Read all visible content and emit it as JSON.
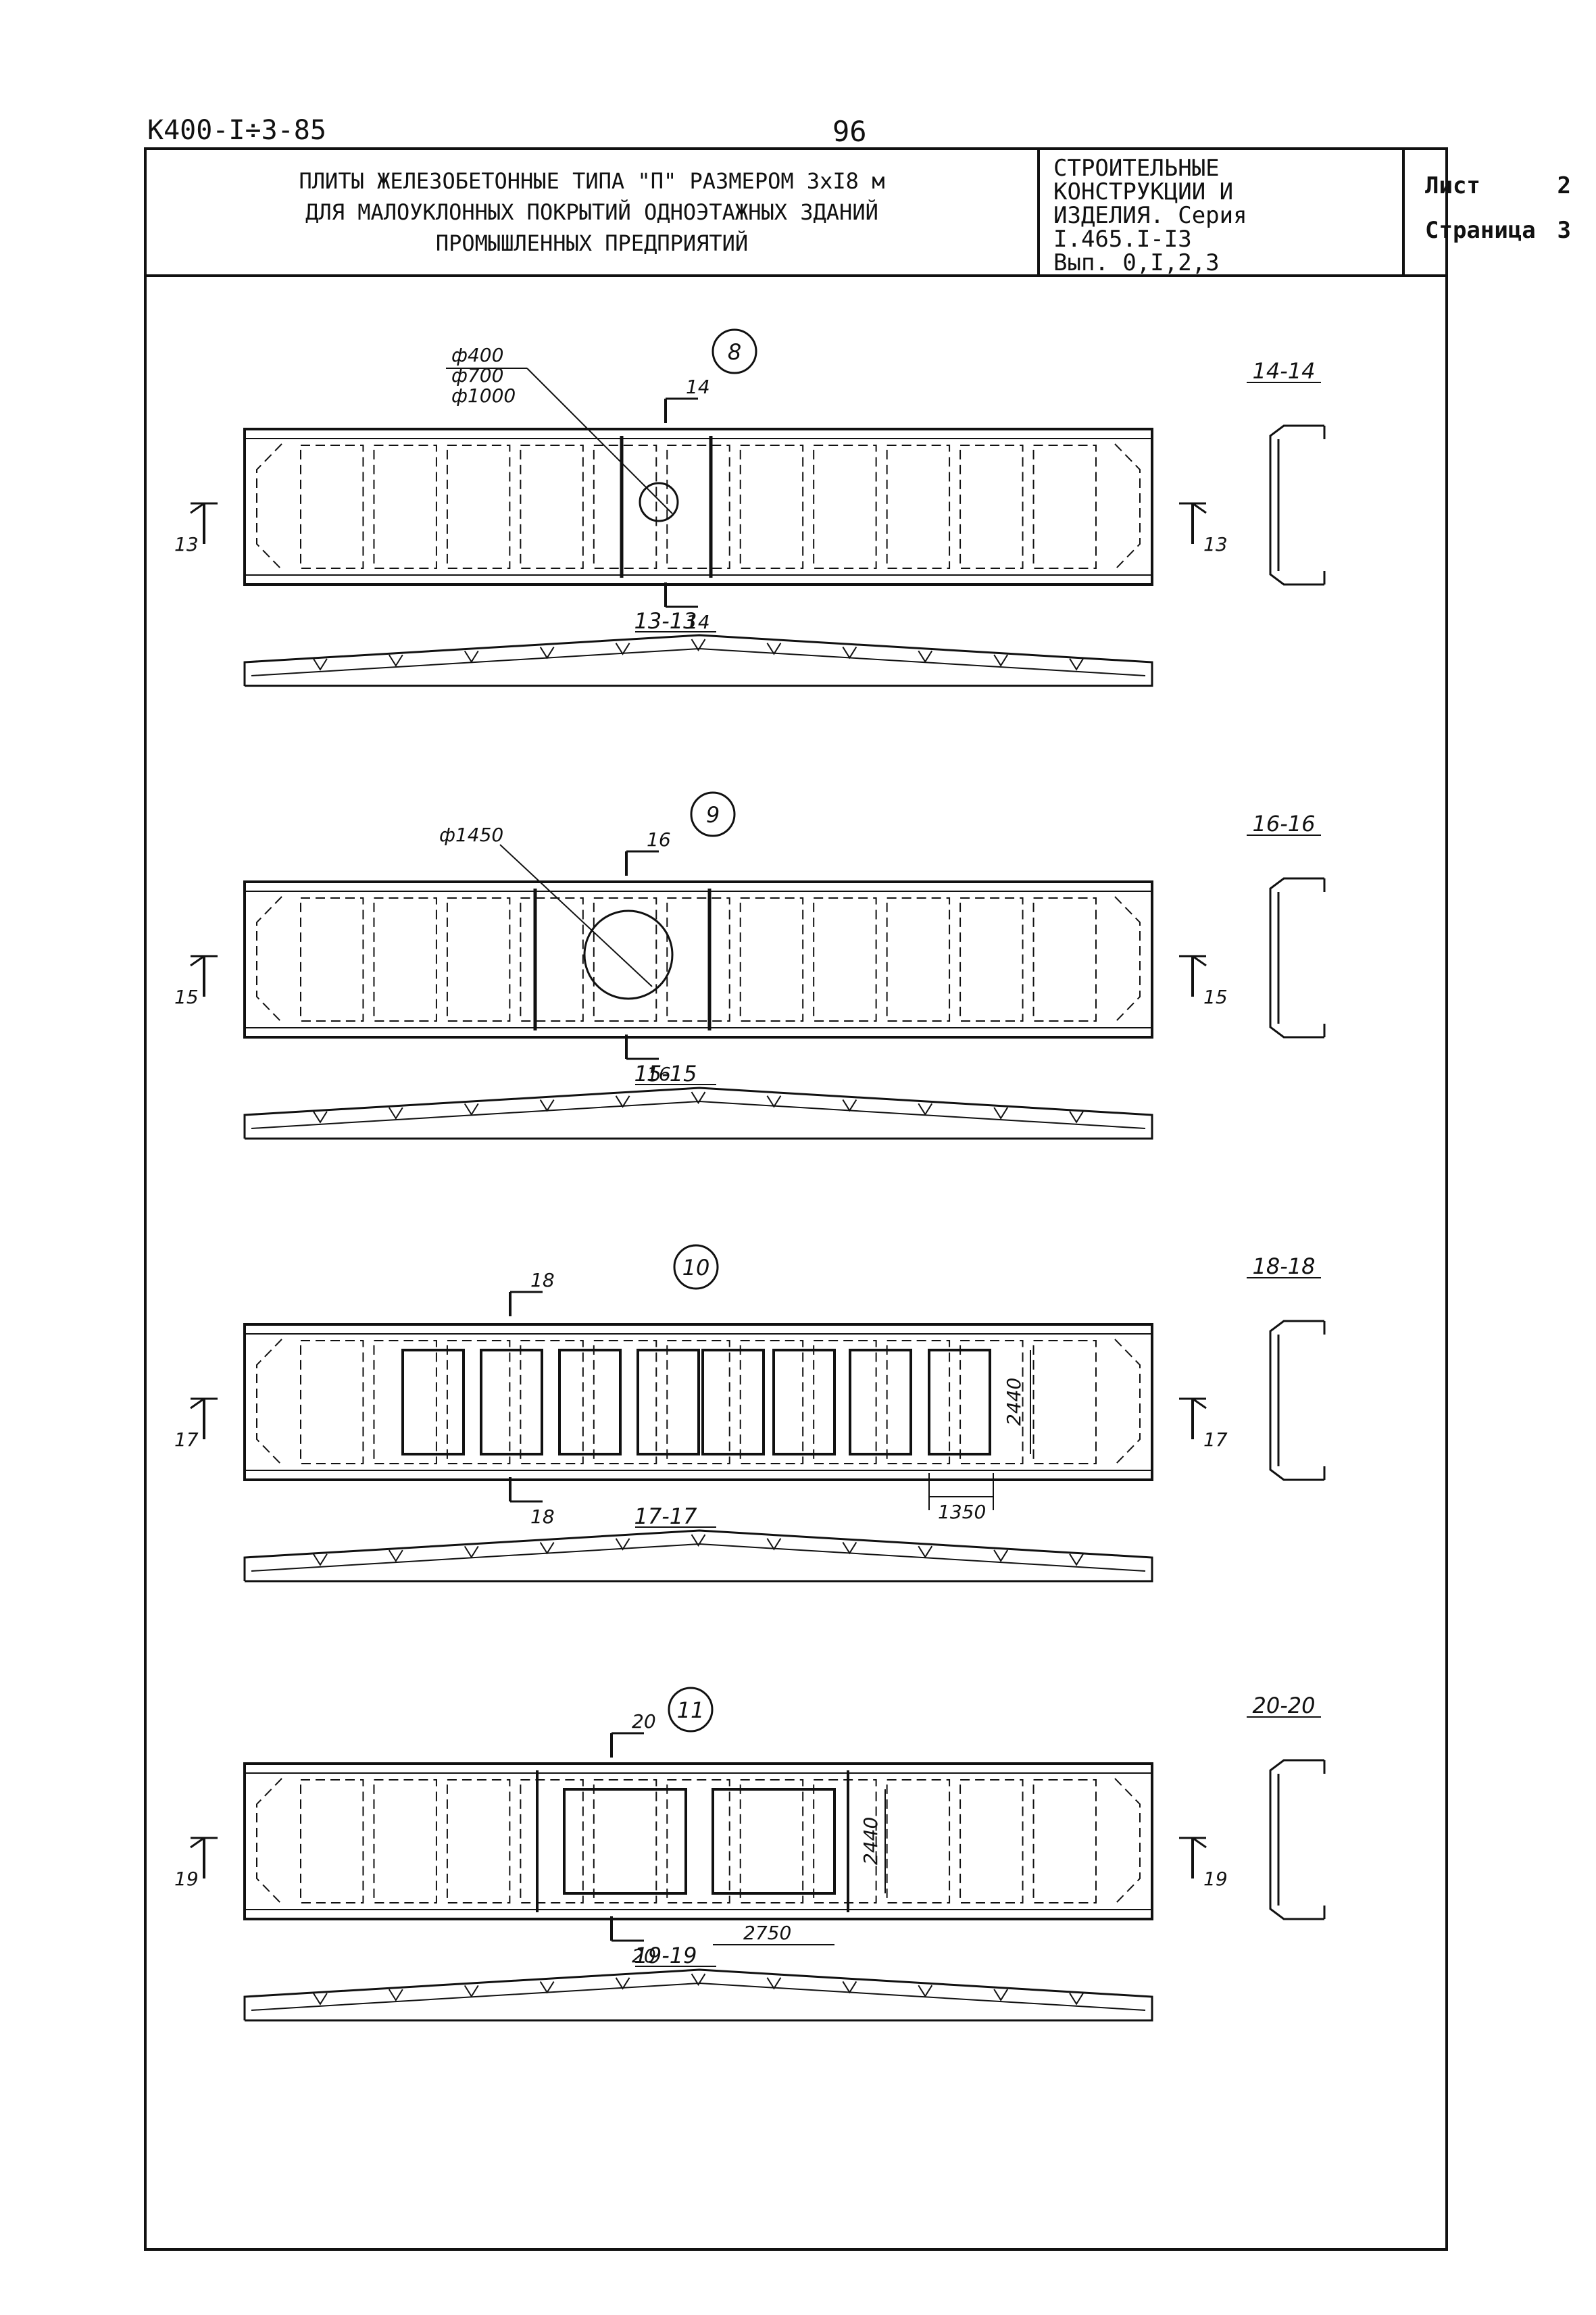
{
  "header": {
    "doc_code": "К400-I÷3-85",
    "page_number": "96"
  },
  "title_block": {
    "title_lines": [
      "ПЛИТЫ ЖЕЛЕЗОБЕТОННЫЕ ТИПА \"П\" РАЗМЕРОМ 3хI8 м",
      "ДЛЯ МАЛОУКЛОННЫХ ПОКРЫТИЙ ОДНОЭТАЖНЫХ ЗДАНИЙ",
      "ПРОМЫШЛЕННЫХ ПРЕДПРИЯТИЙ"
    ],
    "series_lines": [
      "СТРОИТЕЛЬНЫЕ",
      "КОНСТРУКЦИИ И",
      "ИЗДЕЛИЯ. Серия",
      "I.465.I-I3",
      "Вып. 0,I,2,3"
    ],
    "sheet_label": "Лист",
    "sheet_value": "2",
    "page_label": "Страница",
    "page_value": "3"
  },
  "panels": [
    {
      "number": "8",
      "cut_top": "14",
      "cut_bottom": "14",
      "side_left": "13",
      "side_right": "13",
      "long_section": "13-13",
      "cross_section": "14-14",
      "dims": [
        "ф400",
        "ф700",
        "ф1000"
      ]
    },
    {
      "number": "9",
      "cut_top": "16",
      "cut_bottom": "16",
      "side_left": "15",
      "side_right": "15",
      "long_section": "15-15",
      "cross_section": "16-16",
      "dims": [
        "ф1450"
      ]
    },
    {
      "number": "10",
      "cut_top": "18",
      "cut_bottom": "18",
      "side_left": "17",
      "side_right": "17",
      "long_section": "17-17",
      "cross_section": "18-18",
      "dims": [
        "2440",
        "1350"
      ]
    },
    {
      "number": "11",
      "cut_top": "20",
      "cut_bottom": "20",
      "side_left": "19",
      "side_right": "19",
      "long_section": "19-19",
      "cross_section": "20-20",
      "dims": [
        "2440",
        "2750"
      ]
    }
  ]
}
